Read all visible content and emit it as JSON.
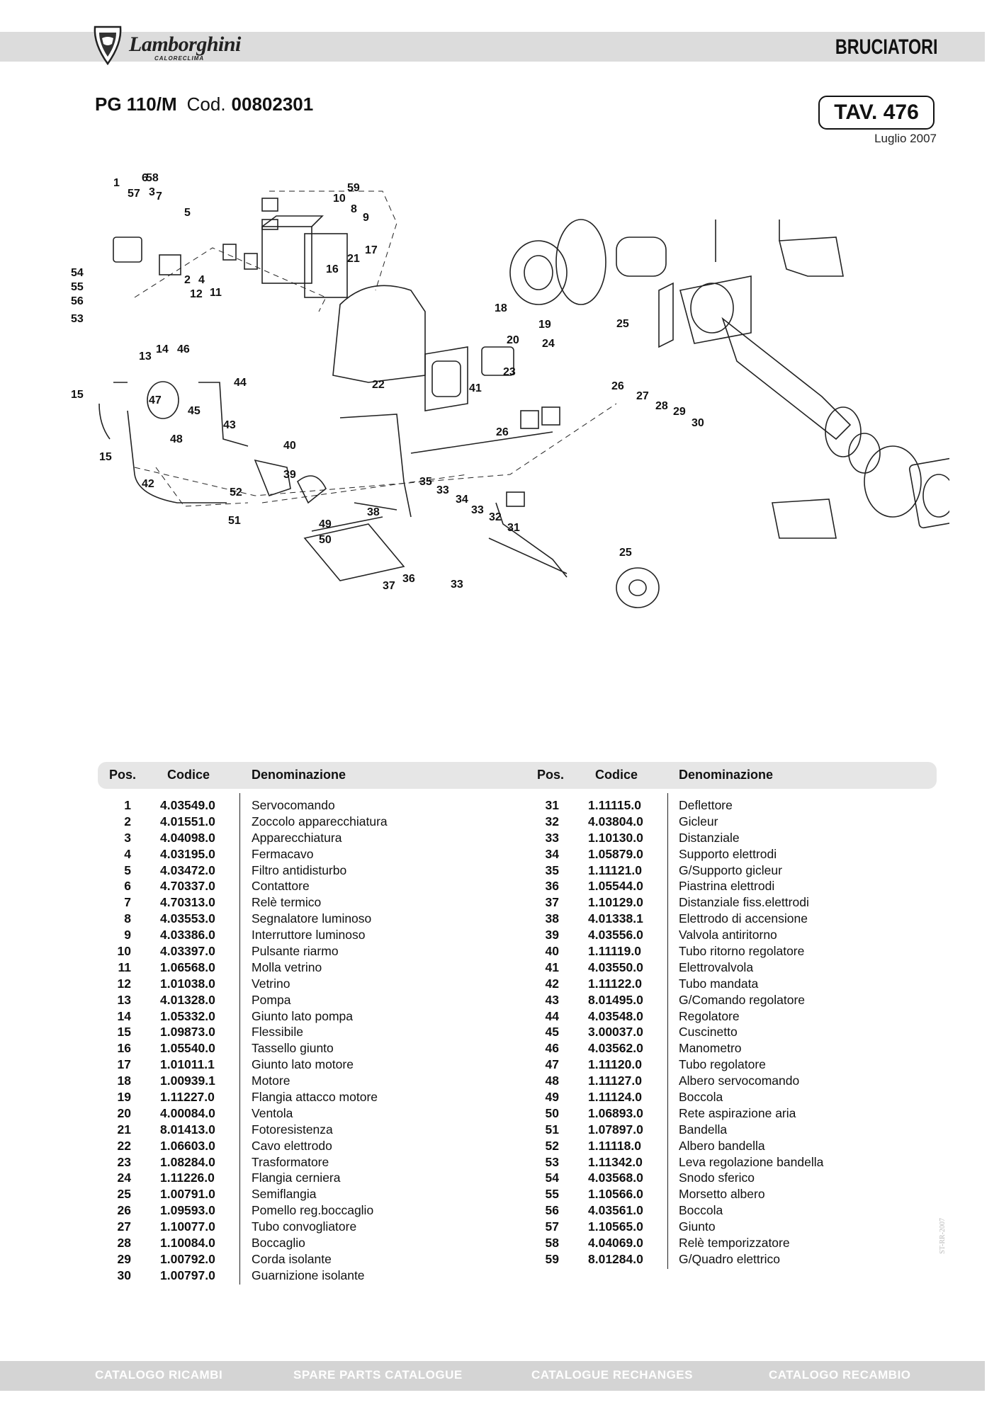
{
  "header": {
    "brand": "Lamborghini",
    "brand_sub": "CALORECLIMA",
    "section": "BRUCIATORI"
  },
  "model": {
    "name": "PG 110/M",
    "code_label": "Cod.",
    "code": "00802301",
    "table_ref": "TAV. 476",
    "date": "Luglio 2007"
  },
  "diagram_labels": [
    "1",
    "2",
    "3",
    "4",
    "5",
    "6",
    "7",
    "8",
    "9",
    "10",
    "11",
    "12",
    "13",
    "14",
    "15",
    "15",
    "16",
    "17",
    "18",
    "19",
    "20",
    "21",
    "22",
    "23",
    "24",
    "25",
    "25",
    "26",
    "26",
    "27",
    "28",
    "29",
    "30",
    "31",
    "32",
    "33",
    "33",
    "33",
    "34",
    "35",
    "36",
    "37",
    "38",
    "39",
    "40",
    "41",
    "42",
    "43",
    "44",
    "45",
    "46",
    "47",
    "48",
    "49",
    "50",
    "51",
    "52",
    "53",
    "54",
    "55",
    "56",
    "57",
    "58",
    "59"
  ],
  "table": {
    "headers": {
      "pos": "Pos.",
      "code": "Codice",
      "desc": "Denominazione"
    },
    "left": [
      [
        "1",
        "4.03549.0",
        "Servocomando"
      ],
      [
        "2",
        "4.01551.0",
        "Zoccolo apparecchiatura"
      ],
      [
        "3",
        "4.04098.0",
        "Apparecchiatura"
      ],
      [
        "4",
        "4.03195.0",
        "Fermacavo"
      ],
      [
        "5",
        "4.03472.0",
        "Filtro antidisturbo"
      ],
      [
        "6",
        "4.70337.0",
        "Contattore"
      ],
      [
        "7",
        "4.70313.0",
        "Relè termico"
      ],
      [
        "8",
        "4.03553.0",
        "Segnalatore luminoso"
      ],
      [
        "9",
        "4.03386.0",
        "Interruttore luminoso"
      ],
      [
        "10",
        "4.03397.0",
        "Pulsante riarmo"
      ],
      [
        "11",
        "1.06568.0",
        "Molla vetrino"
      ],
      [
        "12",
        "1.01038.0",
        "Vetrino"
      ],
      [
        "13",
        "4.01328.0",
        "Pompa"
      ],
      [
        "14",
        "1.05332.0",
        "Giunto lato pompa"
      ],
      [
        "15",
        "1.09873.0",
        "Flessibile"
      ],
      [
        "16",
        "1.05540.0",
        "Tassello giunto"
      ],
      [
        "17",
        "1.01011.1",
        "Giunto lato motore"
      ],
      [
        "18",
        "1.00939.1",
        "Motore"
      ],
      [
        "19",
        "1.11227.0",
        "Flangia attacco motore"
      ],
      [
        "20",
        "4.00084.0",
        "Ventola"
      ],
      [
        "21",
        "8.01413.0",
        "Fotoresistenza"
      ],
      [
        "22",
        "1.06603.0",
        "Cavo elettrodo"
      ],
      [
        "23",
        "1.08284.0",
        "Trasformatore"
      ],
      [
        "24",
        "1.11226.0",
        "Flangia cerniera"
      ],
      [
        "25",
        "1.00791.0",
        "Semiflangia"
      ],
      [
        "26",
        "1.09593.0",
        "Pomello reg.boccaglio"
      ],
      [
        "27",
        "1.10077.0",
        "Tubo convogliatore"
      ],
      [
        "28",
        "1.10084.0",
        "Boccaglio"
      ],
      [
        "29",
        "1.00792.0",
        "Corda isolante"
      ],
      [
        "30",
        "1.00797.0",
        "Guarnizione isolante"
      ]
    ],
    "right": [
      [
        "31",
        "1.11115.0",
        "Deflettore"
      ],
      [
        "32",
        "4.03804.0",
        "Gicleur"
      ],
      [
        "33",
        "1.10130.0",
        "Distanziale"
      ],
      [
        "34",
        "1.05879.0",
        "Supporto elettrodi"
      ],
      [
        "35",
        "1.11121.0",
        "G/Supporto gicleur"
      ],
      [
        "36",
        "1.05544.0",
        "Piastrina elettrodi"
      ],
      [
        "37",
        "1.10129.0",
        "Distanziale fiss.elettrodi"
      ],
      [
        "38",
        "4.01338.1",
        "Elettrodo di accensione"
      ],
      [
        "39",
        "4.03556.0",
        "Valvola antiritorno"
      ],
      [
        "40",
        "1.11119.0",
        "Tubo ritorno regolatore"
      ],
      [
        "41",
        "4.03550.0",
        "Elettrovalvola"
      ],
      [
        "42",
        "1.11122.0",
        "Tubo mandata"
      ],
      [
        "43",
        "8.01495.0",
        "G/Comando regolatore"
      ],
      [
        "44",
        "4.03548.0",
        "Regolatore"
      ],
      [
        "45",
        "3.00037.0",
        "Cuscinetto"
      ],
      [
        "46",
        "4.03562.0",
        "Manometro"
      ],
      [
        "47",
        "1.11120.0",
        "Tubo regolatore"
      ],
      [
        "48",
        "1.11127.0",
        "Albero servocomando"
      ],
      [
        "49",
        "1.11124.0",
        "Boccola"
      ],
      [
        "50",
        "1.06893.0",
        "Rete aspirazione aria"
      ],
      [
        "51",
        "1.07897.0",
        "Bandella"
      ],
      [
        "52",
        "1.11118.0",
        "Albero bandella"
      ],
      [
        "53",
        "1.11342.0",
        "Leva regolazione bandella"
      ],
      [
        "54",
        "4.03568.0",
        "Snodo sferico"
      ],
      [
        "55",
        "1.10566.0",
        "Morsetto albero"
      ],
      [
        "56",
        "4.03561.0",
        "Boccola"
      ],
      [
        "57",
        "1.10565.0",
        "Giunto"
      ],
      [
        "58",
        "4.04069.0",
        "Relè temporizzatore"
      ],
      [
        "59",
        "8.01284.0",
        "G/Quadro elettrico"
      ]
    ]
  },
  "side_code": "ST-RR-2007",
  "footer": [
    "CATALOGO RICAMBI",
    "SPARE PARTS CATALOGUE",
    "CATALOGUE RECHANGES",
    "CATALOGO RECAMBIO"
  ]
}
